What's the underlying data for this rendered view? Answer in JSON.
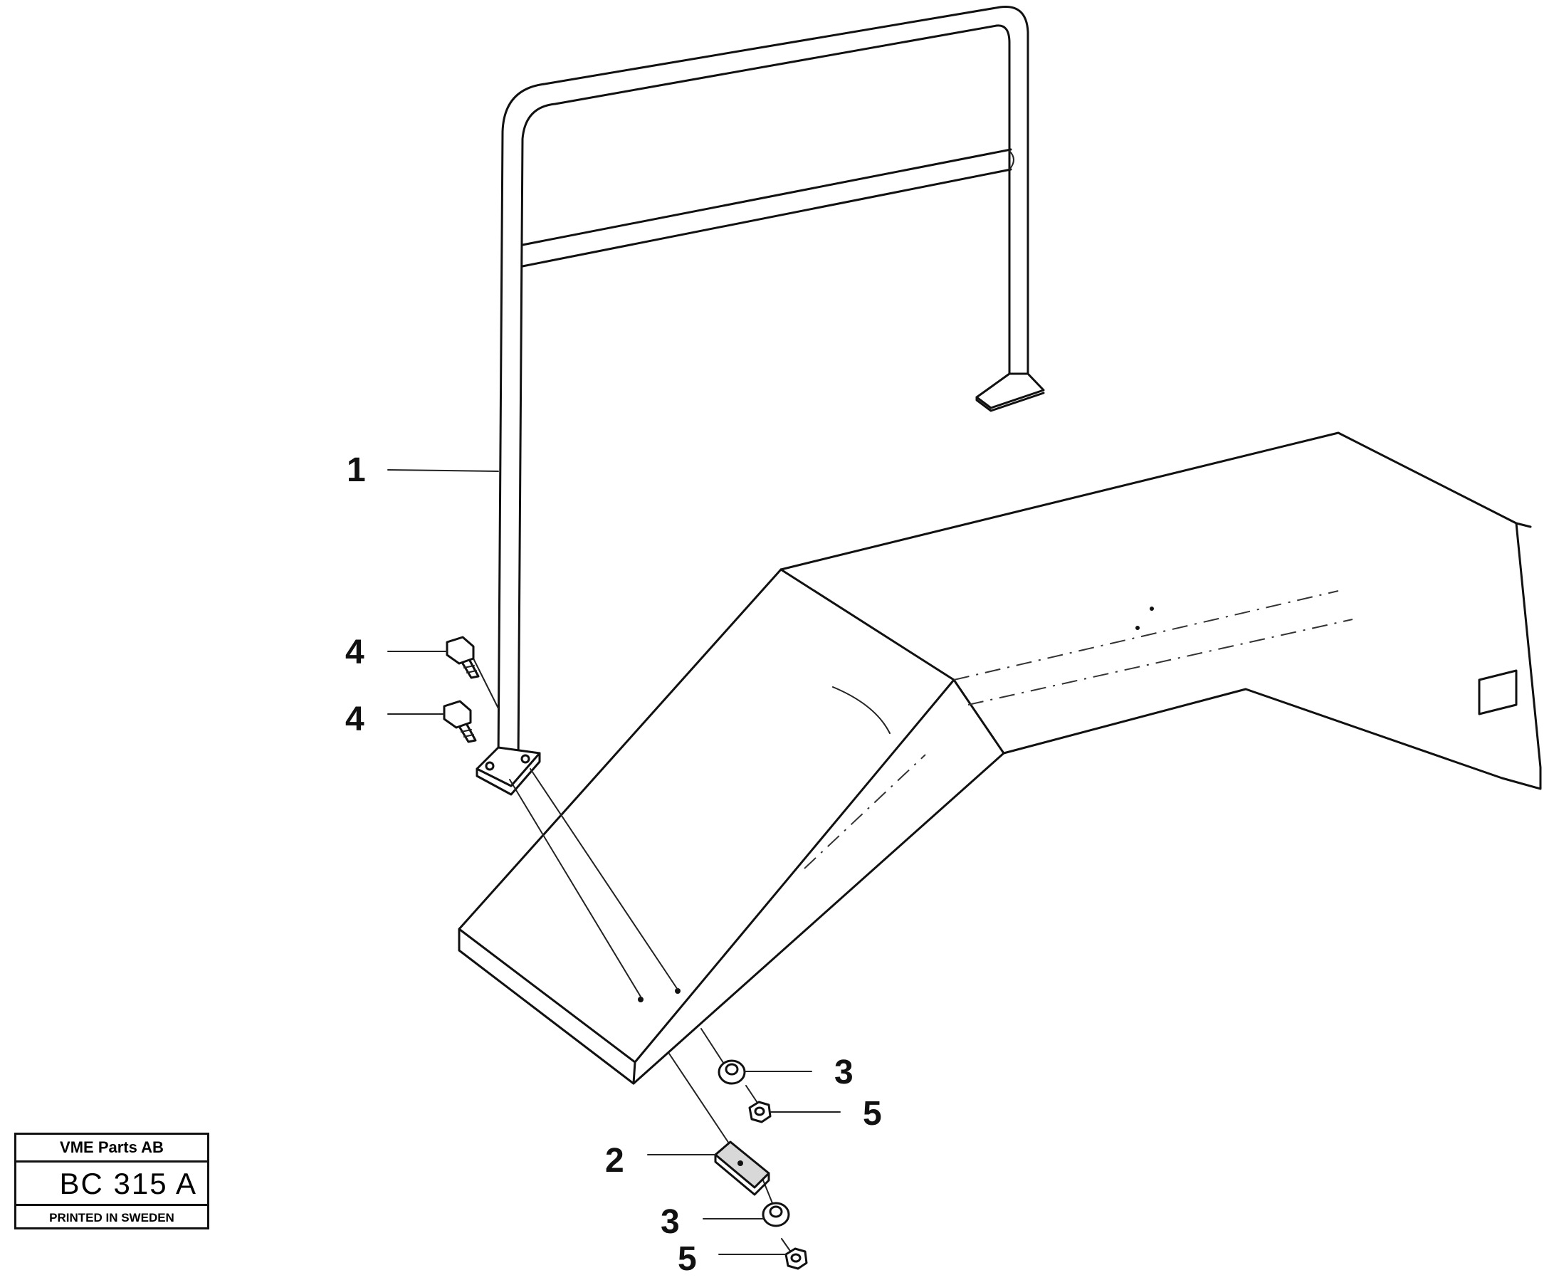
{
  "stamp": {
    "company": "VME Parts AB",
    "code": "BC 315 A",
    "printed": "PRINTED IN SWEDEN"
  },
  "callouts": [
    "1",
    "4",
    "4",
    "3",
    "5",
    "2",
    "3",
    "5"
  ]
}
